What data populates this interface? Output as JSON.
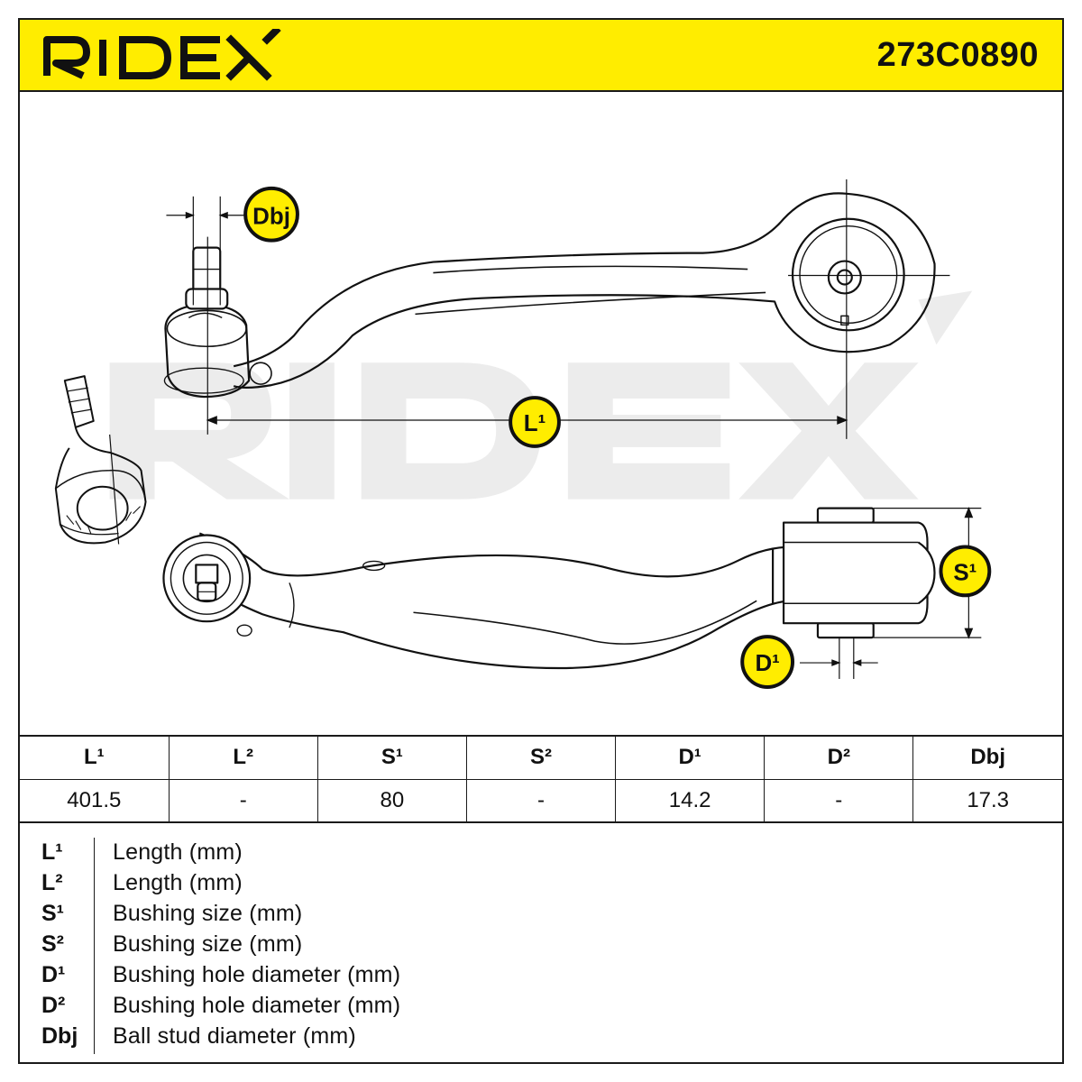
{
  "brand": {
    "name": "RIDEX",
    "color": "#ffed00"
  },
  "part_number": "273C0890",
  "diagram_labels": {
    "dbj": "Dbj",
    "l1": "L¹",
    "s1": "S¹",
    "d1": "D¹"
  },
  "spec_table": {
    "headers": [
      "L¹",
      "L²",
      "S¹",
      "S²",
      "D¹",
      "D²",
      "Dbj"
    ],
    "values": [
      "401.5",
      "-",
      "80",
      "-",
      "14.2",
      "-",
      "17.3"
    ]
  },
  "legend": [
    {
      "symbol": "L¹",
      "description": "Length (mm)"
    },
    {
      "symbol": "L²",
      "description": "Length (mm)"
    },
    {
      "symbol": "S¹",
      "description": "Bushing size (mm)"
    },
    {
      "symbol": "S²",
      "description": "Bushing size (mm)"
    },
    {
      "symbol": "D¹",
      "description": "Bushing hole diameter (mm)"
    },
    {
      "symbol": "D²",
      "description": "Bushing hole diameter (mm)"
    },
    {
      "symbol": "Dbj",
      "description": "Ball stud diameter (mm)"
    }
  ]
}
